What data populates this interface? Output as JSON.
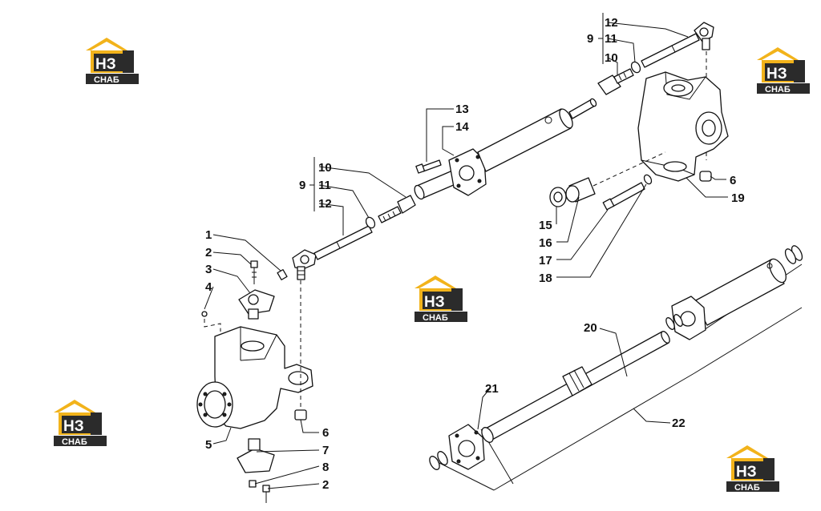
{
  "brand": {
    "logo_mark": "НЗ",
    "logo_word": "СНАБ",
    "colors": {
      "yellow": "#f2b31b",
      "dark": "#2b2b2b"
    }
  },
  "callouts": {
    "c1": "1",
    "c2": "2",
    "c2b": "2",
    "c3": "3",
    "c4": "4",
    "c5": "5",
    "c6a": "6",
    "c6b": "6",
    "c7": "7",
    "c8": "8",
    "c9a": "9",
    "c10a": "10",
    "c11a": "11",
    "c12a": "12",
    "c9b": "9",
    "c10b": "10",
    "c11b": "11",
    "c12b": "12",
    "c13": "13",
    "c14": "14",
    "c15": "15",
    "c16": "16",
    "c17": "17",
    "c18": "18",
    "c19": "19",
    "c20": "20",
    "c21": "21",
    "c22": "22"
  }
}
